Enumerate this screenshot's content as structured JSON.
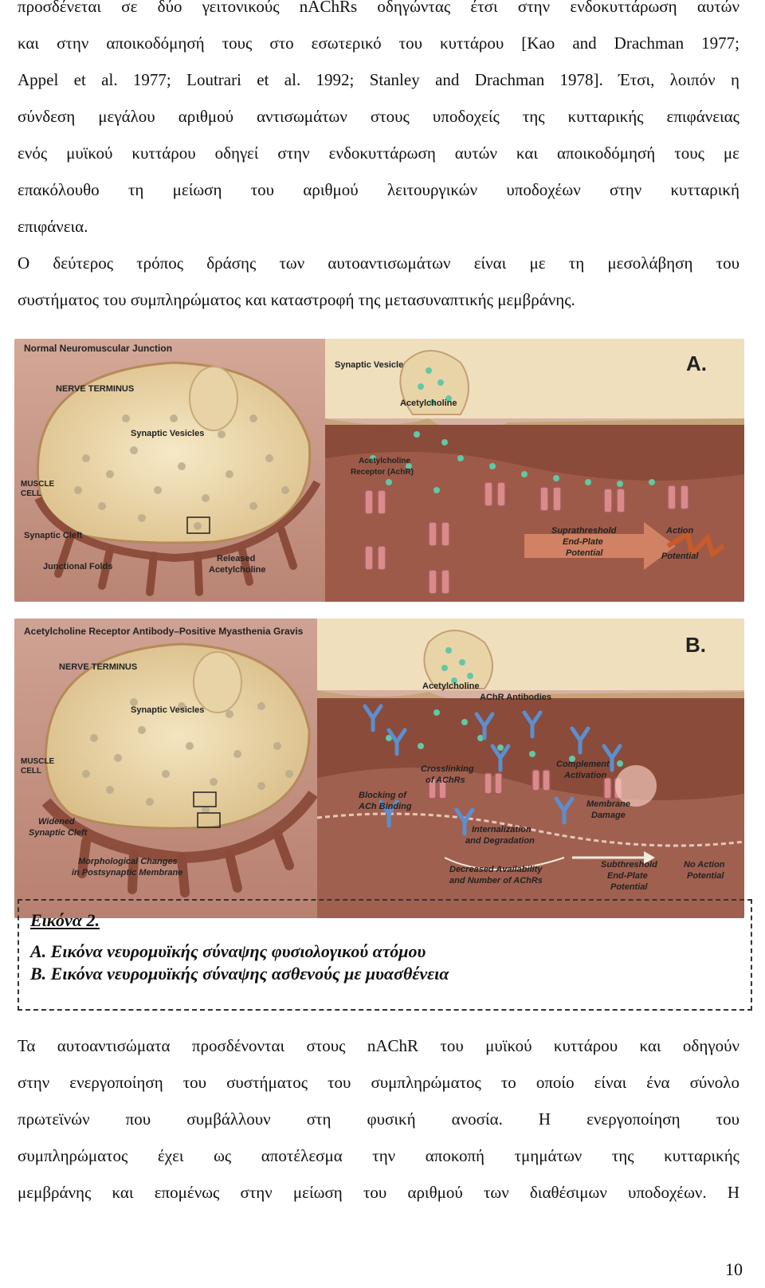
{
  "top_paragraph": {
    "lines": [
      "προσδένεται σε δύο γειτονικούς nAChRs οδηγώντας έτσι στην ενδοκυττάρωση αυτών",
      "και στην αποικοδόμησή τους στο εσωτερικό του κυττάρου [Kao and Drachman 1977;",
      "Appel et al. 1977; Loutrari et al. 1992; Stanley and Drachman 1978]. Έτσι, λοιπόν η",
      "σύνδεση μεγάλου αριθμού αντισωμάτων στους υποδοχείς της κυτταρικής επιφάνειας",
      "ενός μυϊκού κυττάρου οδηγεί στην ενδοκυττάρωση αυτών και αποικοδόμησή τους με",
      "επακόλουθο τη μείωση του αριθμού λειτουργικών υποδοχέων στην κυτταρική",
      "επιφάνεια."
    ]
  },
  "second_paragraph": {
    "lines": [
      "Ο δεύτερος τρόπος δράσης των αυτοαντισωμάτων είναι με τη μεσολάβηση του",
      "συστήματος του συμπληρώματος και καταστροφή της μετασυναπτικής μεμβράνης."
    ]
  },
  "figure_a": {
    "panel_title": "Normal Neuromuscular Junction",
    "letter": "A.",
    "labels": {
      "nerve_terminus": "NERVE TERMINUS",
      "synaptic_vesicles": "Synaptic Vesicles",
      "muscle_cell_1": "MUSCLE",
      "muscle_cell_2": "CELL",
      "synaptic_cleft": "Synaptic Cleft",
      "junctional_folds": "Junctional Folds",
      "released_ach_1": "Released",
      "released_ach_2": "Acetylcholine",
      "synaptic_vesicle": "Synaptic Vesicle",
      "acetylcholine": "Acetylcholine",
      "receptor_1": "Acetylcholine",
      "receptor_2": "Receptor (AchR)",
      "epp_1": "Suprathreshold",
      "epp_2": "End-Plate",
      "epp_3": "Potential",
      "ap_1": "Action",
      "ap_2": "Potential"
    }
  },
  "figure_b": {
    "panel_title": "Acetylcholine Receptor Antibody–Positive Myasthenia Gravis",
    "letter": "B.",
    "labels": {
      "nerve_terminus": "NERVE TERMINUS",
      "synaptic_vesicles": "Synaptic Vesicles",
      "muscle_cell_1": "MUSCLE",
      "muscle_cell_2": "CELL",
      "widened_1": "Widened",
      "widened_2": "Synaptic Cleft",
      "morph_1": "Morphological Changes",
      "morph_2": "in Postsynaptic Membrane",
      "acetylcholine": "Acetylcholine",
      "achr_antibodies": "AChR Antibodies",
      "crosslink_1": "Crosslinking",
      "crosslink_2": "of AChRs",
      "complement_1": "Complement",
      "complement_2": "Activation",
      "blocking_1": "Blocking of",
      "blocking_2": "ACh Binding",
      "membrane_1": "Membrane",
      "membrane_2": "Damage",
      "intern_1": "Internalization",
      "intern_2": "and Degradation",
      "decreased_1": "Decreased Availability",
      "decreased_2": "and Number of AChRs",
      "subthreshold_1": "Subthreshold",
      "subthreshold_2": "End-Plate",
      "subthreshold_3": "Potential",
      "noap_1": "No Action",
      "noap_2": "Potential"
    }
  },
  "caption": {
    "title": "Εικόνα 2.",
    "line_a": "Α. Εικόνα νευρομυϊκής σύναψης φυσιολογικού ατόμου",
    "line_b": "Β. Εικόνα νευρομυϊκής σύναψης ασθενούς με μυασθένεια"
  },
  "bottom_paragraph": {
    "lines": [
      "Τα αυτοαντισώματα προσδένονται στους nAChR του μυϊκού κυττάρου και οδηγούν",
      "στην ενεργοποίηση του συστήματος του συμπληρώματος το οποίο είναι ένα σύνολο",
      "πρωτεϊνών που συμβάλλουν στη φυσική ανοσία. Η ενεργοποίηση του",
      "συμπληρώματος έχει ως αποτέλεσμα την αποκοπή τμημάτων της κυτταρικής",
      "μεμβράνης και επομένως στην μείωση του αριθμού των διαθέσιμων υποδοχέων. Η"
    ]
  },
  "page_number": "10",
  "colors": {
    "nerve": "#efdcae",
    "muscle": "#c98e7e",
    "cleft": "#8a4b3a",
    "receptor": "#d98a8a",
    "antibody": "#5b8fcf",
    "ach": "#63c7a4"
  }
}
